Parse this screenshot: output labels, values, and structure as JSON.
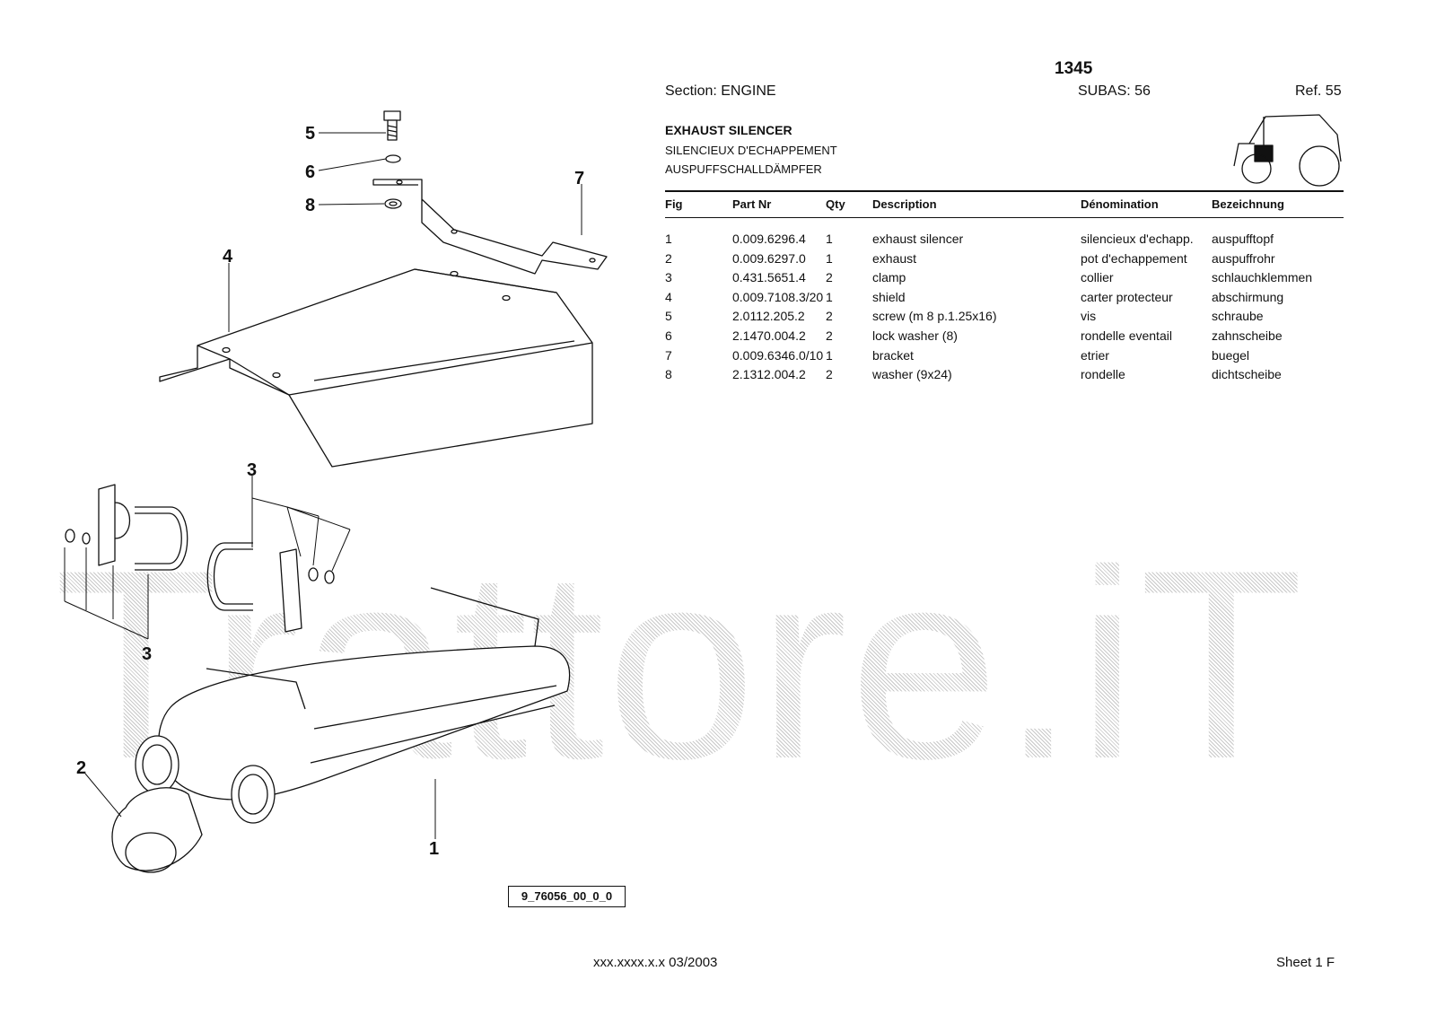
{
  "watermark": "Trattore.iT",
  "header": {
    "page_number": "1345",
    "section": "Section: ENGINE",
    "subas": "SUBAS: 56",
    "ref": "Ref. 55"
  },
  "titles": {
    "en": "EXHAUST SILENCER",
    "fr": "SILENCIEUX D'ECHAPPEMENT",
    "de": "AUSPUFFSCHALLDÄMPFER"
  },
  "table": {
    "columns": [
      "Fig",
      "Part Nr",
      "Qty",
      "Description",
      "Dénomination",
      "Bezeichnung"
    ],
    "rows": [
      [
        "1",
        "0.009.6296.4",
        "1",
        "exhaust silencer",
        "silencieux d'echapp.",
        "auspufftopf"
      ],
      [
        "2",
        "0.009.6297.0",
        "1",
        "exhaust",
        "pot d'echappement",
        "auspuffrohr"
      ],
      [
        "3",
        "0.431.5651.4",
        "2",
        "clamp",
        "collier",
        "schlauchklemmen"
      ],
      [
        "4",
        "0.009.7108.3/20",
        "1",
        "shield",
        "carter protecteur",
        "abschirmung"
      ],
      [
        "5",
        "2.0112.205.2",
        "2",
        "screw (m 8 p.1.25x16)",
        "vis",
        "schraube"
      ],
      [
        "6",
        "2.1470.004.2",
        "2",
        "lock washer (8)",
        "rondelle eventail",
        "zahnscheibe"
      ],
      [
        "7",
        "0.009.6346.0/10",
        "1",
        "bracket",
        "etrier",
        "buegel"
      ],
      [
        "8",
        "2.1312.004.2",
        "2",
        "washer (9x24)",
        "rondelle",
        "dichtscheibe"
      ]
    ]
  },
  "callouts": {
    "c5": "5",
    "c6": "6",
    "c7": "7",
    "c8": "8",
    "c4": "4",
    "c3a": "3",
    "c3b": "3",
    "c2": "2",
    "c1": "1"
  },
  "drawing_code": "9_76056_00_0_0",
  "footer": {
    "code": "xxx.xxxx.x.x  03/2003",
    "sheet": "Sheet 1 F"
  },
  "icons": [
    "tractor-icon"
  ],
  "colors": {
    "ink": "#111111",
    "watermark": "#c9c9c9"
  }
}
